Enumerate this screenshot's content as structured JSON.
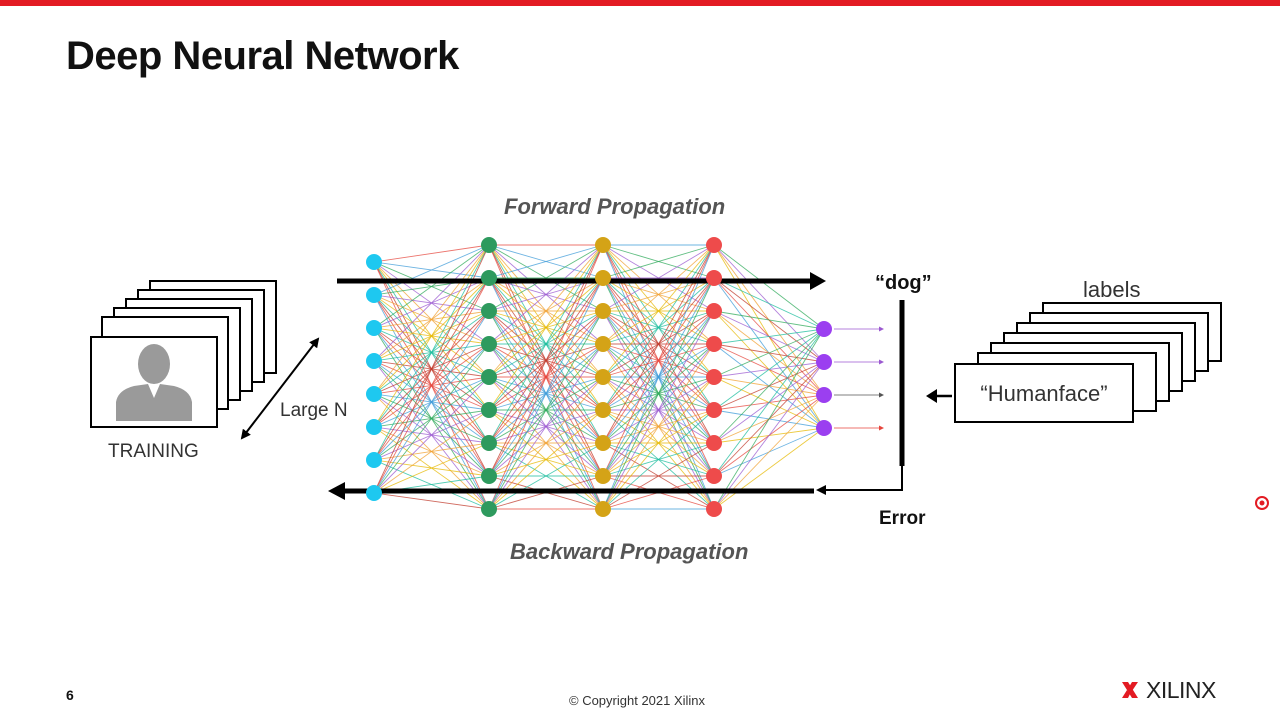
{
  "slide": {
    "title": "Deep Neural Network",
    "page_number": "6",
    "copyright": "© Copyright 2021 Xilinx",
    "logo_text": "XILINX"
  },
  "diagram": {
    "forward_label": "Forward Propagation",
    "backward_label": "Backward Propagation",
    "training_label": "TRAINING",
    "large_n_label": "Large N",
    "output_label": "“dog”",
    "error_label": "Error",
    "labels_title": "labels",
    "label_card_text": "“Humanface”",
    "layers": [
      {
        "name": "input",
        "count": 8,
        "color": "#1ec8f0"
      },
      {
        "name": "hidden-1",
        "count": 9,
        "color": "#2e9a5e"
      },
      {
        "name": "hidden-2",
        "count": 9,
        "color": "#d4a317"
      },
      {
        "name": "hidden-3",
        "count": 9,
        "color": "#ee4b4b"
      },
      {
        "name": "output",
        "count": 4,
        "color": "#9b3ff0"
      }
    ],
    "edge_colors": [
      "#e6453c",
      "#3d9bd8",
      "#2eaa5a",
      "#9b59d0",
      "#f0a030",
      "#e6b800",
      "#1abc9c",
      "#c0392b"
    ],
    "colors": {
      "accent": "#e31b23",
      "arrow": "#000000",
      "person": "#9a9a9a"
    }
  }
}
